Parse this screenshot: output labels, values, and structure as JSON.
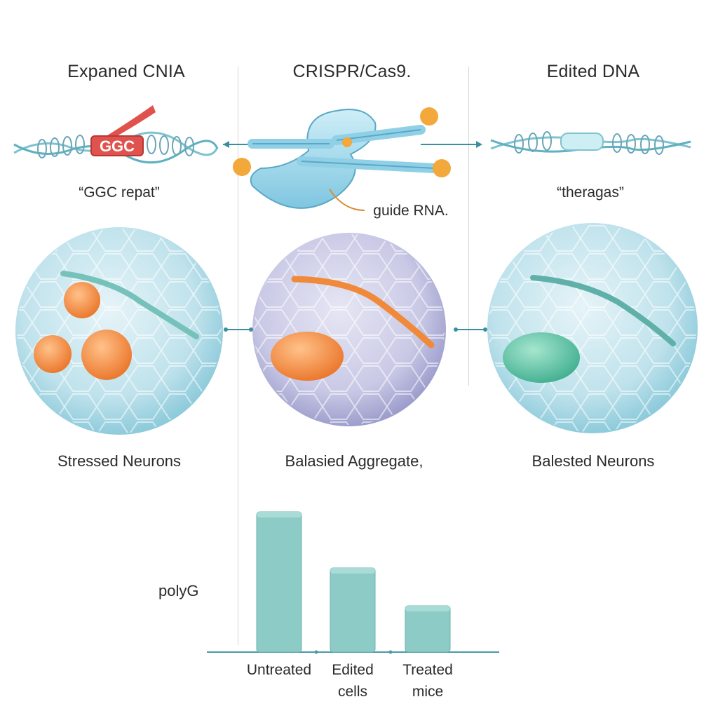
{
  "columns": [
    {
      "title": "Expaned CNIA",
      "caption": "“GGC repat”",
      "cell_label": "Stressed Neurons"
    },
    {
      "title": "CRISPR/Cas9.",
      "caption": "guide RNA.",
      "cell_label": "Balasied Aggregate,"
    },
    {
      "title": "Edited DNA",
      "caption": "“theragas”",
      "cell_label": "Balested Neurons"
    }
  ],
  "repeat_tag": "GGC",
  "chart_data": {
    "type": "bar",
    "ylabel": "polyG",
    "categories": [
      "Untreated",
      "Edited cells",
      "Treated mice"
    ],
    "category_lines": [
      [
        "Untreated"
      ],
      [
        "Edited",
        "cells"
      ],
      [
        "Treated",
        "mice"
      ]
    ],
    "values": [
      100,
      60,
      33
    ],
    "ylim": [
      0,
      100
    ],
    "bar_color": "#8ccbc6",
    "grid": false,
    "legend": "none"
  },
  "colors": {
    "teal": "#8ccbc6",
    "cell_blue": "#bfe2ec",
    "cell_purple": "#c9c9e6",
    "aggregate_orange": "#f08a3a",
    "healthy_green": "#6cc3a8",
    "repeat_red": "#e0524e"
  }
}
